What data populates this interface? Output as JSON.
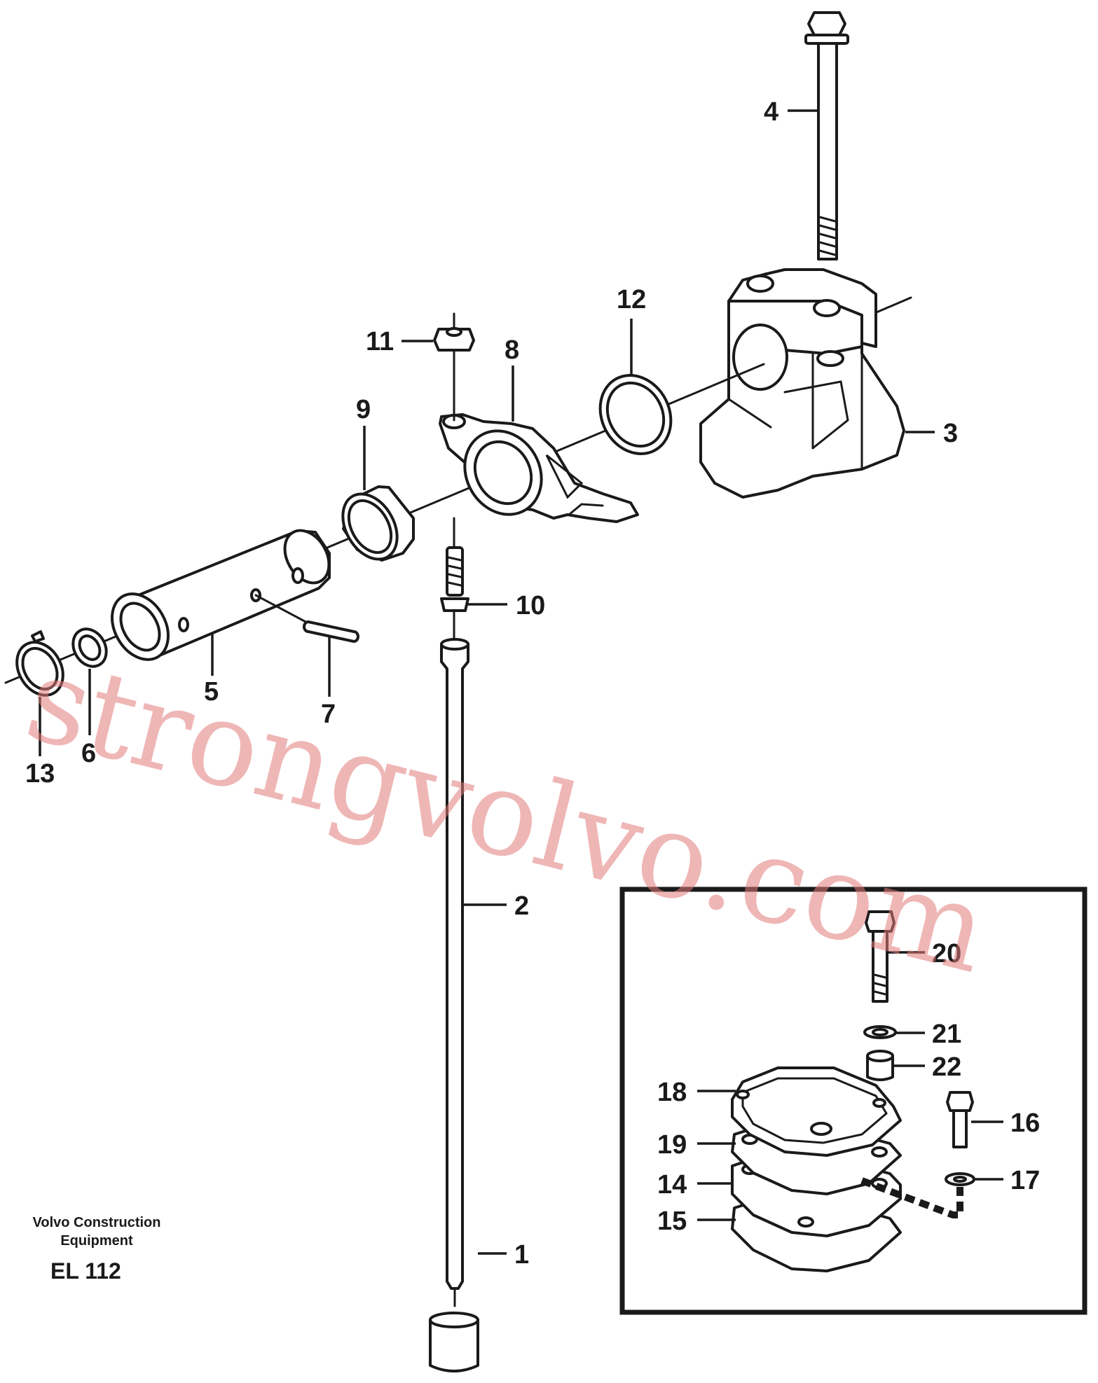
{
  "callouts": {
    "c1": "1",
    "c2": "2",
    "c3": "3",
    "c4": "4",
    "c5": "5",
    "c6": "6",
    "c7": "7",
    "c8": "8",
    "c9": "9",
    "c10": "10",
    "c11": "11",
    "c12": "12",
    "c13": "13",
    "c14": "14",
    "c15": "15",
    "c16": "16",
    "c17": "17",
    "c18": "18",
    "c19": "19",
    "c20": "20",
    "c21": "21",
    "c22": "22"
  },
  "footer": {
    "line1": "Volvo Construction",
    "line2": "Equipment",
    "code": "EL 112"
  },
  "watermark": "strongvolvo.com",
  "colors": {
    "ink": "#1a1a1a",
    "watermark": "#e27c7c",
    "background": "#ffffff"
  }
}
